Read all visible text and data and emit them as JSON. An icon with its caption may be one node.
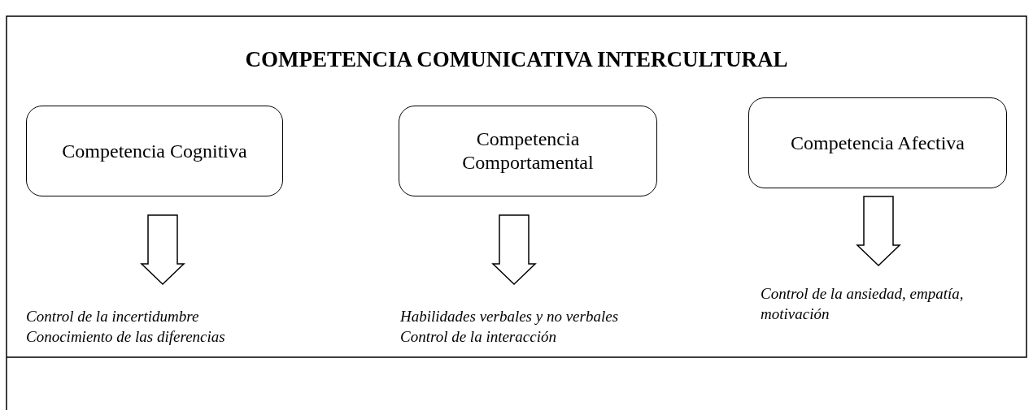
{
  "diagram": {
    "title": "COMPETENCIA COMUNICATIVA INTERCULTURAL",
    "nodes": [
      {
        "text": [
          "Competencia Cognitiva"
        ]
      },
      {
        "text": [
          "Competencia Comportamental"
        ]
      },
      {
        "text": [
          "Competencia Afectiva"
        ]
      },
      {
        "text": [
          "Control de la incertidumbre",
          "Conocimiento de las diferencias"
        ]
      },
      {
        "text": [
          "Habilidades verbales y no verbales",
          "Control de la interacción"
        ]
      },
      {
        "text": [
          "Control de la ansiedad, empatía, motivación"
        ]
      }
    ],
    "edges": [
      {
        "from": 0,
        "to": 3,
        "arrow": "to"
      },
      {
        "from": 1,
        "to": 4,
        "arrow": "to"
      },
      {
        "from": 2,
        "to": 5,
        "arrow": "to"
      }
    ]
  }
}
